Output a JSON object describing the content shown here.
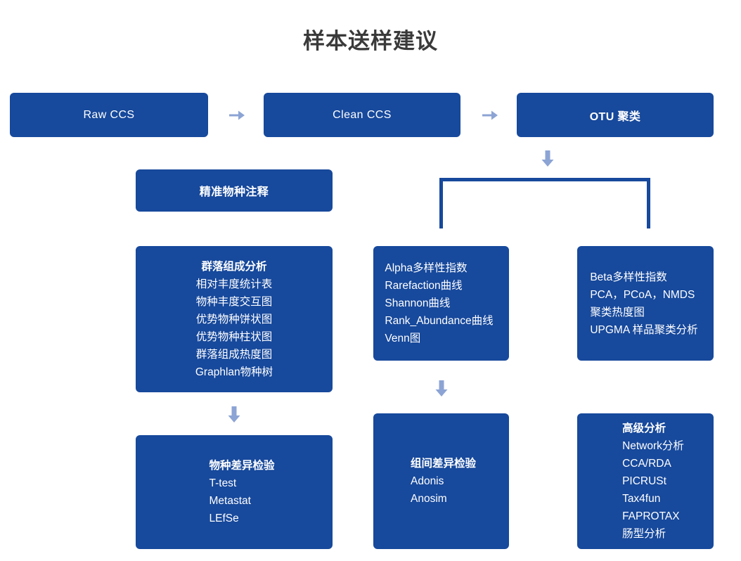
{
  "page": {
    "title": "样本送样建议",
    "accent_blue": "#17499C",
    "arrow_blue": "#8CA4D4",
    "title_color": "#3a3a3a",
    "background": "#ffffff"
  },
  "pipeline": {
    "stage1": "Raw CCS",
    "stage2": "Clean CCS",
    "stage3": "OTU 聚类",
    "annotation": "精准物种注释"
  },
  "icons": {
    "arrow_right_1": "arrow-right-icon",
    "arrow_right_2": "arrow-right-icon",
    "arrow_down_otu": "arrow-down-icon",
    "arrow_down_left": "arrow-down-icon",
    "arrow_down_middle": "arrow-down-icon"
  },
  "composition": {
    "lines": [
      "群落组成分析",
      "相对丰度统计表",
      "物种丰度交互图",
      "优势物种饼状图",
      "优势物种柱状图",
      "群落组成热度图",
      "Graphlan物种树"
    ]
  },
  "alpha": {
    "lines": [
      "Alpha多样性指数",
      "Rarefaction曲线",
      "Shannon曲线",
      "Rank_Abundance曲线",
      "Venn图"
    ]
  },
  "beta": {
    "lines": [
      "Beta多样性指数",
      "PCA，PCoA，NMDS",
      "聚类热度图",
      "UPGMA 样品聚类分析"
    ]
  },
  "species_diff": {
    "lines": [
      "物种差异检验",
      "T-test",
      "Metastat",
      "LEfSe"
    ]
  },
  "group_diff": {
    "lines": [
      "组间差异检验",
      "Adonis",
      "Anosim"
    ]
  },
  "advanced": {
    "lines": [
      "高级分析",
      "Network分析",
      "CCA/RDA",
      "PICRUSt",
      "Tax4fun",
      "FAPROTAX",
      "肠型分析"
    ]
  }
}
